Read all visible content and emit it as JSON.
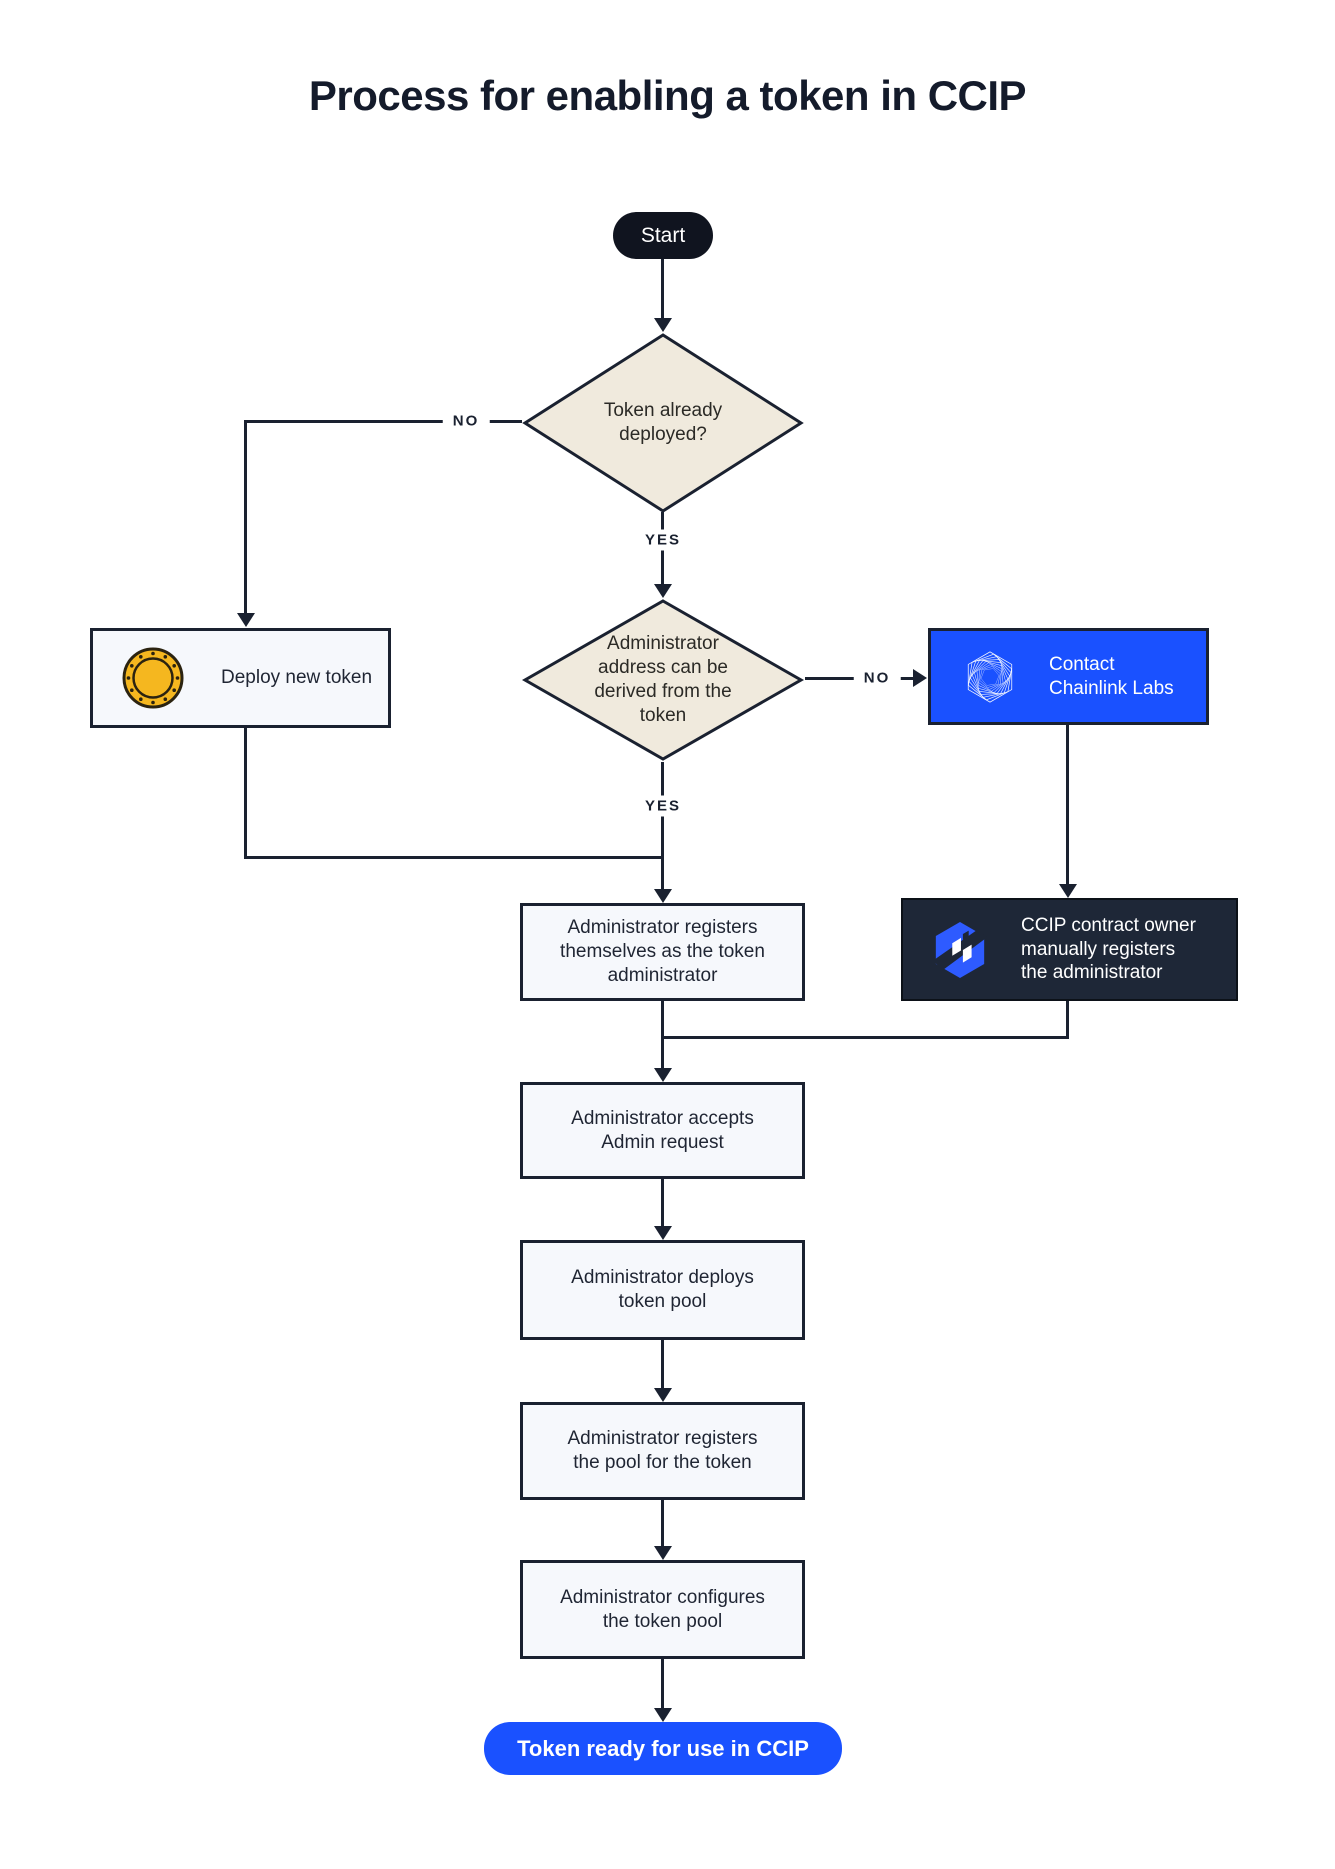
{
  "title": "Process for enabling a token in CCIP",
  "colors": {
    "line_navy": "#1a2130",
    "start_pill": "#10141f",
    "diamond_beige": "#f0eadd",
    "box_light": "#f6f8fc",
    "accent_blue": "#1a51ff",
    "dark_box": "#1e2737",
    "coin_gold": "#f5b71f"
  },
  "nodes": {
    "start": {
      "label": "Start"
    },
    "decision_token_deployed": {
      "label": "Token already\ndeployed?"
    },
    "deploy_new_token": {
      "label": "Deploy new token",
      "icon": "coin-icon"
    },
    "decision_admin_derived": {
      "label": "Administrator\naddress can be\nderived from the\ntoken"
    },
    "contact_chainlink": {
      "label": "Contact\nChainlink Labs",
      "icon": "chainlink-icon"
    },
    "admin_registers_self": {
      "label": "Administrator registers\nthemselves as the token\nadministrator"
    },
    "ccip_owner_registers": {
      "label": "CCIP contract owner\nmanually registers\nthe administrator",
      "icon": "ccip-icon"
    },
    "admin_accepts": {
      "label": "Administrator accepts\nAdmin request"
    },
    "admin_deploys_pool": {
      "label": "Administrator deploys\ntoken pool"
    },
    "admin_registers_pool": {
      "label": "Administrator registers\nthe pool for the token"
    },
    "admin_configures_pool": {
      "label": "Administrator configures\nthe token pool"
    },
    "end": {
      "label": "Token ready for use in CCIP"
    }
  },
  "edges": {
    "no_deployed": "NO",
    "yes_deployed": "YES",
    "no_derived": "NO",
    "yes_derived": "YES"
  }
}
